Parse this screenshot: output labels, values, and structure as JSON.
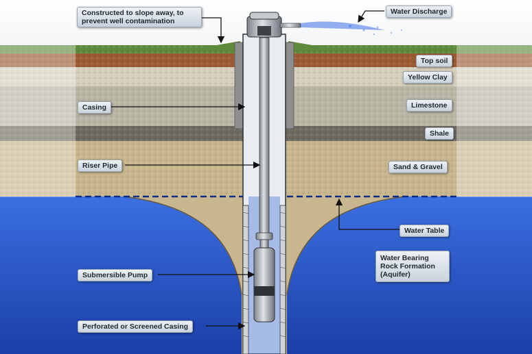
{
  "labels": {
    "slope": "Constructed to slope away, to prevent well contamination",
    "discharge": "Water Discharge",
    "topsoil": "Top soil",
    "yellow_clay": "Yellow Clay",
    "limestone": "Limestone",
    "shale": "Shale",
    "sand_gravel": "Sand & Gravel",
    "water_table": "Water Table",
    "aquifer": "Water Bearing Rock Formation (Aquifer)",
    "casing": "Casing",
    "riser": "Riser Pipe",
    "pump": "Submersible Pump",
    "screen": "Perforated or Screened Casing"
  },
  "colors": {
    "grass": "#5f8a3c",
    "topsoil": "#9c5a35",
    "clay": "#d6cfbd",
    "limestone": "#b9b6a6",
    "shale": "#6e6a60",
    "sand": "#c8b78e",
    "water": "#2f5fd6",
    "pipe": "#a8adb3"
  }
}
